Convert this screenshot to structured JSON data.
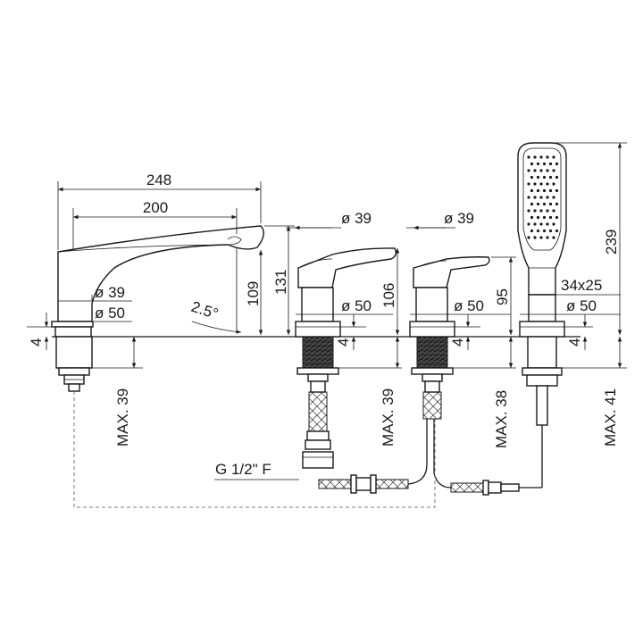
{
  "dimensions": {
    "spout_length": "248",
    "spout_reach": "200",
    "spout_neck_dia": "ø 39",
    "spout_base_dia": "ø 50",
    "spout_angle": "2.5°",
    "spout_height_outlet": "109",
    "spout_height_total": "131",
    "base_thickness": "4",
    "spout_max_deck": "MAX. 39",
    "mixer1_top_dia": "ø 39",
    "mixer1_base_dia": "ø 50",
    "mixer1_height": "106",
    "mixer1_thickness": "4",
    "mixer1_max_deck": "MAX. 39",
    "mixer2_top_dia": "ø 39",
    "mixer2_base_dia": "ø 50",
    "mixer2_height": "95",
    "mixer2_thickness": "4",
    "mixer2_max_deck": "MAX. 38",
    "shower_height": "239",
    "shower_handle_size": "34x25",
    "shower_base_dia": "ø 50",
    "shower_thickness": "4",
    "shower_max_deck": "MAX. 41",
    "hose_thread": "G 1/2\" F"
  }
}
